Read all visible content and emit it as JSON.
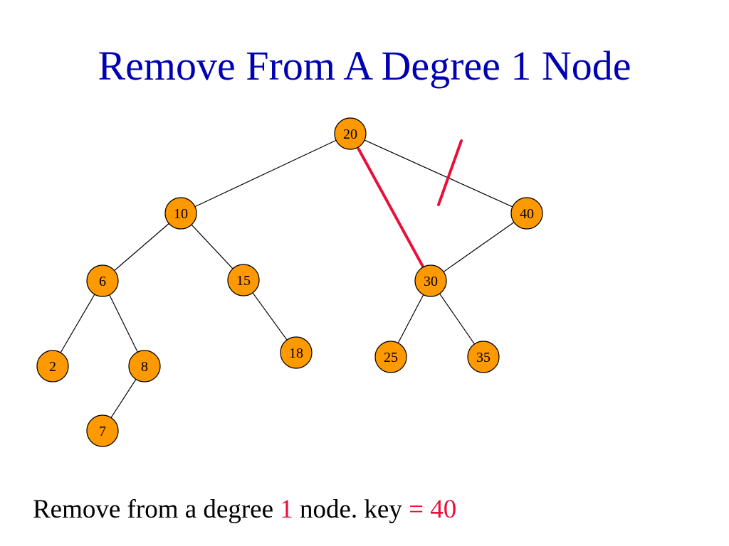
{
  "title": "Remove From A Degree 1 Node",
  "caption": {
    "prefix": "Remove from a degree ",
    "degree": "1",
    "middle": " node. key ",
    "equals": "=",
    "key": "40"
  },
  "colors": {
    "title": "#0000b3",
    "node_fill": "#ff9900",
    "node_stroke": "#000000",
    "edge": "#000000",
    "highlight": "#e8103a"
  },
  "tree": {
    "nodes": [
      {
        "id": "n20",
        "label": "20"
      },
      {
        "id": "n10",
        "label": "10"
      },
      {
        "id": "n40",
        "label": "40"
      },
      {
        "id": "n6",
        "label": "6"
      },
      {
        "id": "n15",
        "label": "15"
      },
      {
        "id": "n30",
        "label": "30"
      },
      {
        "id": "n2",
        "label": "2"
      },
      {
        "id": "n8",
        "label": "8"
      },
      {
        "id": "n18",
        "label": "18"
      },
      {
        "id": "n25",
        "label": "25"
      },
      {
        "id": "n35",
        "label": "35"
      },
      {
        "id": "n7",
        "label": "7"
      }
    ],
    "edges": [
      {
        "from": "n20",
        "to": "n10"
      },
      {
        "from": "n20",
        "to": "n40"
      },
      {
        "from": "n10",
        "to": "n6"
      },
      {
        "from": "n10",
        "to": "n15"
      },
      {
        "from": "n40",
        "to": "n30"
      },
      {
        "from": "n6",
        "to": "n2"
      },
      {
        "from": "n6",
        "to": "n8"
      },
      {
        "from": "n8",
        "to": "n7"
      },
      {
        "from": "n15",
        "to": "n18"
      },
      {
        "from": "n30",
        "to": "n25"
      },
      {
        "from": "n30",
        "to": "n35"
      }
    ],
    "new_link": {
      "from": "n20",
      "to": "n30"
    },
    "cut_link": {
      "from": "n20",
      "to": "n40"
    }
  }
}
